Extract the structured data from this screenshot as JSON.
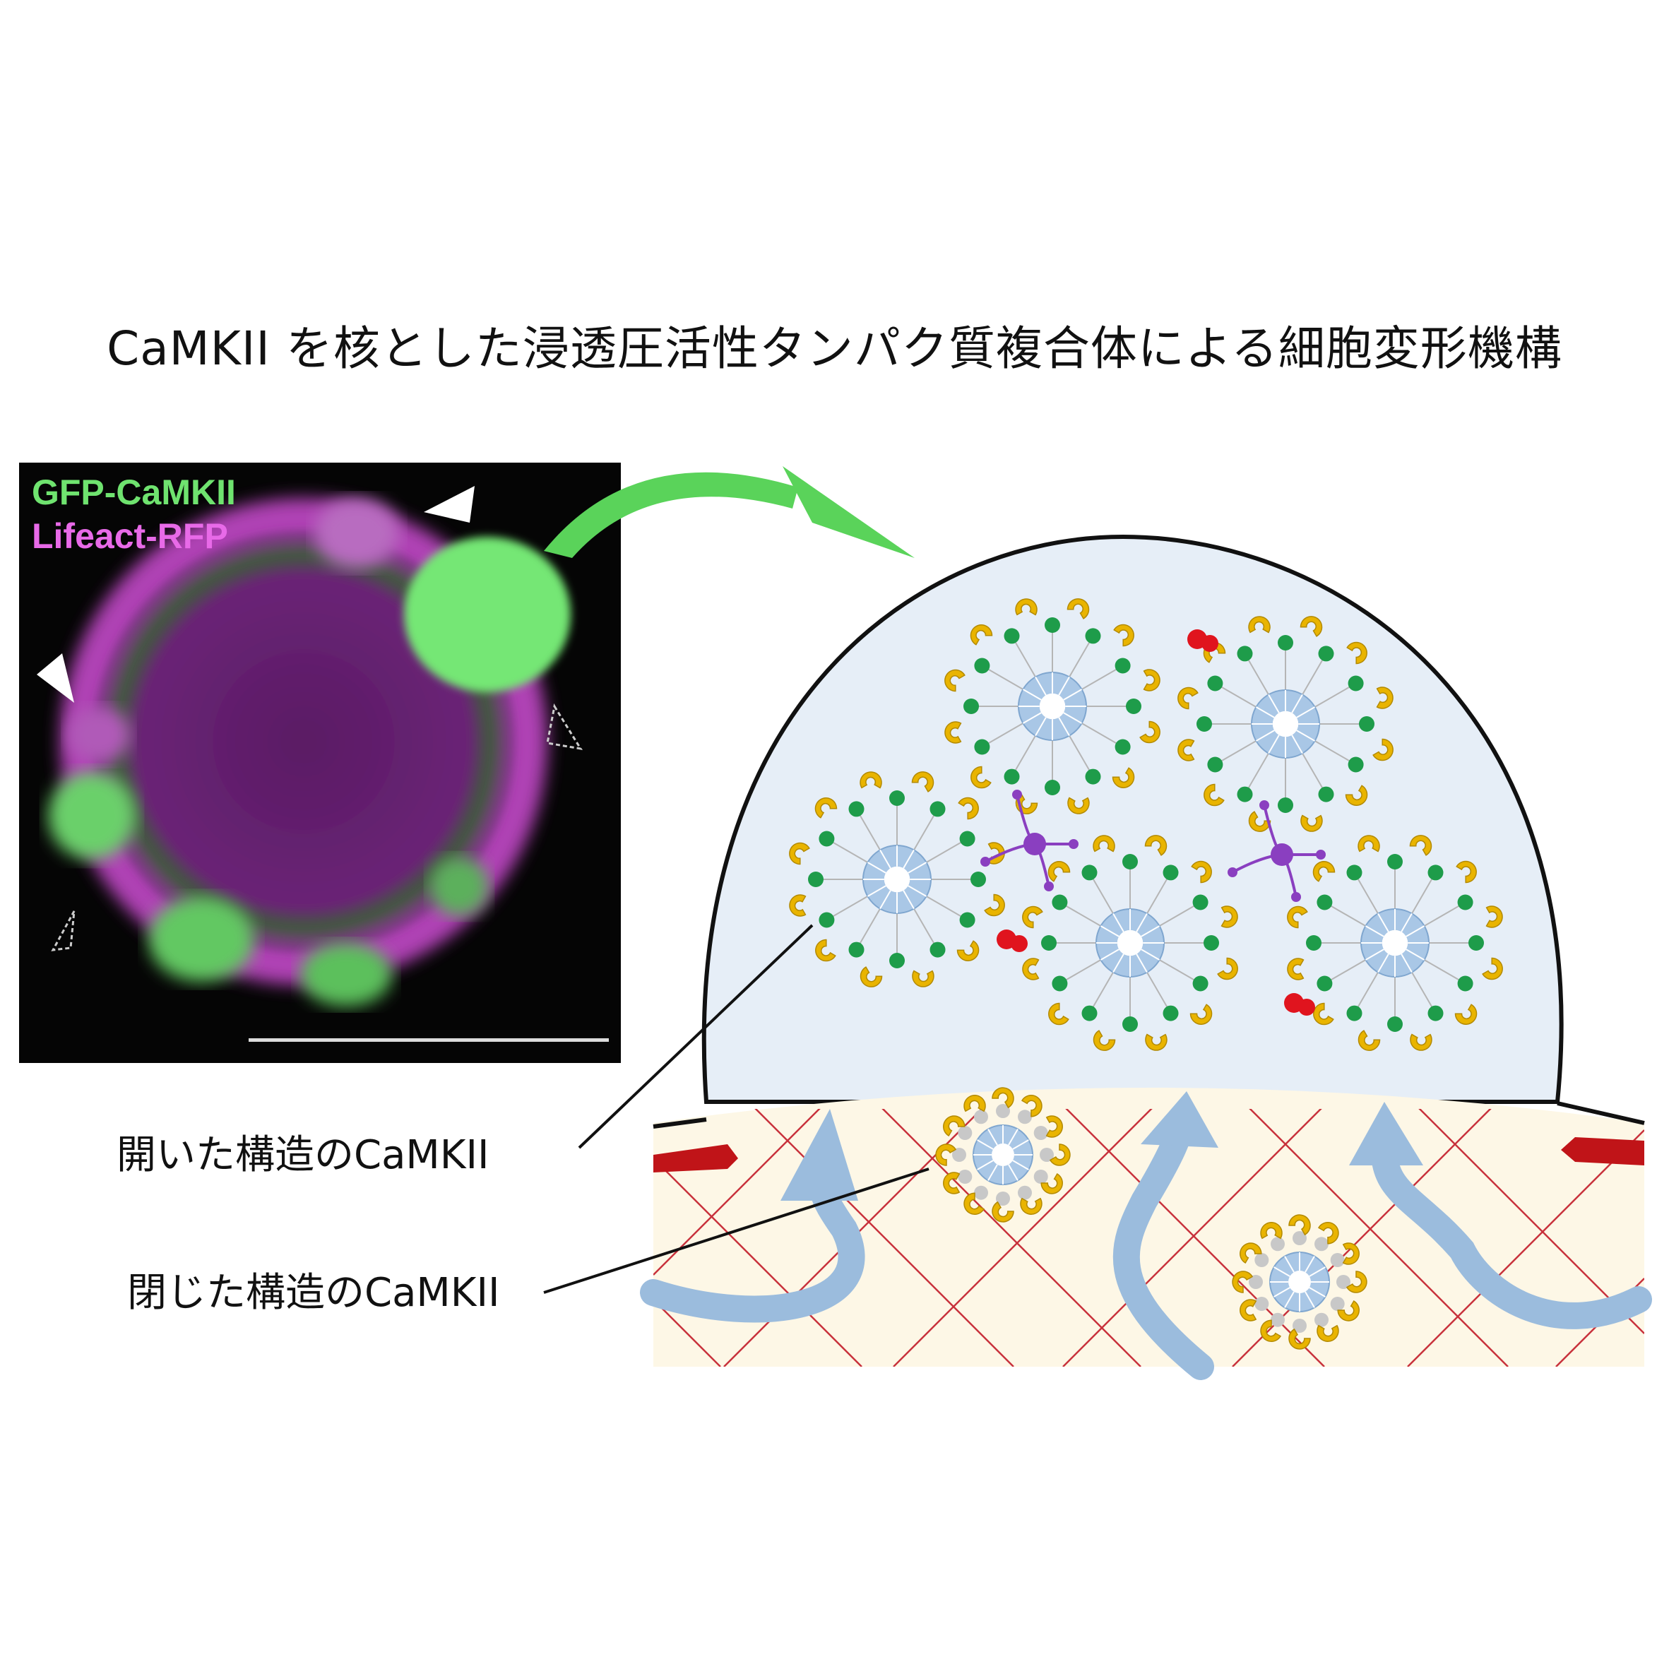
{
  "title": "CaMKII を核とした浸透圧活性タンパク質複合体による細胞変形機構",
  "micrograph": {
    "channel_green": "GFP-CaMKII",
    "channel_magenta": "Lifeact-RFP",
    "green_color": "#6fe36f",
    "magenta_color": "#e86ae8"
  },
  "callouts": {
    "open": "開いた構造のCaMKII",
    "closed": "閉じた構造のCaMKII"
  },
  "colors": {
    "bleb_fill": "#e6eef7",
    "cortex_fill": "#fdf7e6",
    "actin_mesh": "#c8323c",
    "flow_arrow": "#9bbcdd",
    "green_arrow": "#5ad35a",
    "kinase_domain": "#e9b400",
    "calmodulin": "#1e9c4a",
    "hub": "#a9c7e6",
    "linker_protein": "#8a3fc0",
    "red_protein": "#e0141e"
  }
}
